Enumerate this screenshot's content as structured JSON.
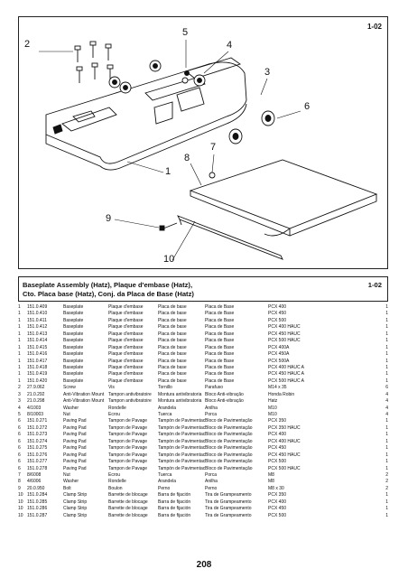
{
  "diagram": {
    "section_code": "1-02",
    "callouts": [
      "1",
      "2",
      "3",
      "4",
      "5",
      "6",
      "7",
      "8",
      "9",
      "10"
    ]
  },
  "title": {
    "line1": "Baseplate Assembly (Hatz), Plaque d'embase (Hatz),",
    "line2": "Cto. Placa base (Hatz), Conj. da Placa de Base (Hatz)",
    "code": "1-02"
  },
  "parts": [
    {
      "item": "1",
      "part_no": "151.0.409",
      "en": "Baseplate",
      "fr": "Plaque d'embase",
      "es": "Placa de base",
      "pt": "Placa de Base",
      "model": "PCX 400",
      "qty": "1"
    },
    {
      "item": "1",
      "part_no": "151.0.410",
      "en": "Baseplate",
      "fr": "Plaque d'embase",
      "es": "Placa de base",
      "pt": "Placa de Base",
      "model": "PCX 450",
      "qty": "1"
    },
    {
      "item": "1",
      "part_no": "151.0.411",
      "en": "Baseplate",
      "fr": "Plaque d'embase",
      "es": "Placa de base",
      "pt": "Placa de Base",
      "model": "PCX 500",
      "qty": "1"
    },
    {
      "item": "1",
      "part_no": "151.0.412",
      "en": "Baseplate",
      "fr": "Plaque d'embase",
      "es": "Placa de base",
      "pt": "Placa de Base",
      "model": "PCX 400 HAUC",
      "qty": "1"
    },
    {
      "item": "1",
      "part_no": "151.0.413",
      "en": "Baseplate",
      "fr": "Plaque d'embase",
      "es": "Placa de base",
      "pt": "Placa de Base",
      "model": "PCX 450 HAUC",
      "qty": "1"
    },
    {
      "item": "1",
      "part_no": "151.0.414",
      "en": "Baseplate",
      "fr": "Plaque d'embase",
      "es": "Placa de base",
      "pt": "Placa de Base",
      "model": "PCX 500 HAUC",
      "qty": "1"
    },
    {
      "item": "1",
      "part_no": "151.0.415",
      "en": "Baseplate",
      "fr": "Plaque d'embase",
      "es": "Placa de base",
      "pt": "Placa de Base",
      "model": "PCX 400A",
      "qty": "1"
    },
    {
      "item": "1",
      "part_no": "151.0.416",
      "en": "Baseplate",
      "fr": "Plaque d'embase",
      "es": "Placa de base",
      "pt": "Placa de Base",
      "model": "PCX 450A",
      "qty": "1"
    },
    {
      "item": "1",
      "part_no": "151.0.417",
      "en": "Baseplate",
      "fr": "Plaque d'embase",
      "es": "Placa de base",
      "pt": "Placa de Base",
      "model": "PCX 500A",
      "qty": "1"
    },
    {
      "item": "1",
      "part_no": "151.0.418",
      "en": "Baseplate",
      "fr": "Plaque d'embase",
      "es": "Placa de base",
      "pt": "Placa de Base",
      "model": "PCX 400 HAUC A",
      "qty": "1"
    },
    {
      "item": "1",
      "part_no": "151.0.419",
      "en": "Baseplate",
      "fr": "Plaque d'embase",
      "es": "Placa de base",
      "pt": "Placa de Base",
      "model": "PCX 450 HAUC A",
      "qty": "1"
    },
    {
      "item": "1",
      "part_no": "151.0.420",
      "en": "Baseplate",
      "fr": "Plaque d'embase",
      "es": "Placa de base",
      "pt": "Placa de Base",
      "model": "PCX 500 HAUC A",
      "qty": "1"
    },
    {
      "item": "2",
      "part_no": "27.9.062",
      "en": "Screw",
      "fr": "Vis",
      "es": "Tornillo",
      "pt": "Parafuso",
      "model": "M14 x 35",
      "qty": "6"
    },
    {
      "item": "3",
      "part_no": "21.0.292",
      "en": "Anti-Vibration Mount",
      "fr": "Tampon antivibratoire",
      "es": "Montura antivibratoria",
      "pt": "Bloco Anti-vibração",
      "model": "Honda Robin",
      "qty": "4"
    },
    {
      "item": "3",
      "part_no": "21.0.298",
      "en": "Anti-Vibration Mount",
      "fr": "Tampon antivibratoire",
      "es": "Montura antivibratoria",
      "pt": "Bloco Anti-vibração",
      "model": "Hatz",
      "qty": "4"
    },
    {
      "item": "4",
      "part_no": "4/1003",
      "en": "Washer",
      "fr": "Rondelle",
      "es": "Arandela",
      "pt": "Anilha",
      "model": "M10",
      "qty": "4"
    },
    {
      "item": "5",
      "part_no": "8/10003",
      "en": "Nut",
      "fr": "Ecrou",
      "es": "Tuerca",
      "pt": "Porca",
      "model": "M10",
      "qty": "4"
    },
    {
      "item": "6",
      "part_no": "151.0.271",
      "en": "Paving Pad",
      "fr": "Tampon de Pavage",
      "es": "Tampón de Pavimentación",
      "pt": "Bloco de Pavimentação",
      "model": "PCX 350",
      "qty": "1"
    },
    {
      "item": "6",
      "part_no": "151.0.272",
      "en": "Paving Pad",
      "fr": "Tampon de Pavage",
      "es": "Tampón de Pavimentación",
      "pt": "Bloco de Pavimentação",
      "model": "PCX 350 HAUC",
      "qty": "1"
    },
    {
      "item": "6",
      "part_no": "151.0.273",
      "en": "Paving Pad",
      "fr": "Tampon de Pavage",
      "es": "Tampón de Pavimentación",
      "pt": "Bloco de Pavimentação",
      "model": "PCX 400",
      "qty": "1"
    },
    {
      "item": "6",
      "part_no": "151.0.274",
      "en": "Paving Pad",
      "fr": "Tampon de Pavage",
      "es": "Tampón de Pavimentación",
      "pt": "Bloco de Pavimentação",
      "model": "PCX 400 HAUC",
      "qty": "1"
    },
    {
      "item": "6",
      "part_no": "151.0.275",
      "en": "Paving Pad",
      "fr": "Tampon de Pavage",
      "es": "Tampón de Pavimentación",
      "pt": "Bloco de Pavimentação",
      "model": "PCX 450",
      "qty": "1"
    },
    {
      "item": "6",
      "part_no": "151.0.276",
      "en": "Paving Pad",
      "fr": "Tampon de Pavage",
      "es": "Tampón de Pavimentación",
      "pt": "Bloco de Pavimentação",
      "model": "PCX 450 HAUC",
      "qty": "1"
    },
    {
      "item": "6",
      "part_no": "151.0.277",
      "en": "Paving Pad",
      "fr": "Tampon de Pavage",
      "es": "Tampón de Pavimentación",
      "pt": "Bloco de Pavimentação",
      "model": "PCX 500",
      "qty": "1"
    },
    {
      "item": "6",
      "part_no": "151.0.278",
      "en": "Paving Pad",
      "fr": "Tampon de Pavage",
      "es": "Tampón de Pavimentación",
      "pt": "Bloco de Pavimentação",
      "model": "PCX 500 HAUC",
      "qty": "1"
    },
    {
      "item": "7",
      "part_no": "8/6008",
      "en": "Nut",
      "fr": "Ecrou",
      "es": "Tuerca",
      "pt": "Porca",
      "model": "M8",
      "qty": "2"
    },
    {
      "item": "8",
      "part_no": "4/6006",
      "en": "Washer",
      "fr": "Rondelle",
      "es": "Arandela",
      "pt": "Anilha",
      "model": "M8",
      "qty": "2"
    },
    {
      "item": "9",
      "part_no": "20.0.950",
      "en": "Bolt",
      "fr": "Boulon",
      "es": "Perno",
      "pt": "Perno",
      "model": "M8 x 30",
      "qty": "2"
    },
    {
      "item": "10",
      "part_no": "151.0.284",
      "en": "Clamp Strip",
      "fr": "Barrette de blocage",
      "es": "Barra de fijación",
      "pt": "Tira de Grampeamento",
      "model": "PCX 350",
      "qty": "1"
    },
    {
      "item": "10",
      "part_no": "151.0.285",
      "en": "Clamp Strip",
      "fr": "Barrette de blocage",
      "es": "Barra de fijación",
      "pt": "Tira de Grampeamento",
      "model": "PCX 400",
      "qty": "1"
    },
    {
      "item": "10",
      "part_no": "151.0.286",
      "en": "Clamp Strip",
      "fr": "Barrette de blocage",
      "es": "Barra de fijación",
      "pt": "Tira de Grampeamento",
      "model": "PCX 450",
      "qty": "1"
    },
    {
      "item": "10",
      "part_no": "151.0.287",
      "en": "Clamp Strip",
      "fr": "Barrette de blocage",
      "es": "Barra de fijación",
      "pt": "Tira de Grampeamento",
      "model": "PCX 500",
      "qty": "1"
    }
  ],
  "page_number": "208"
}
